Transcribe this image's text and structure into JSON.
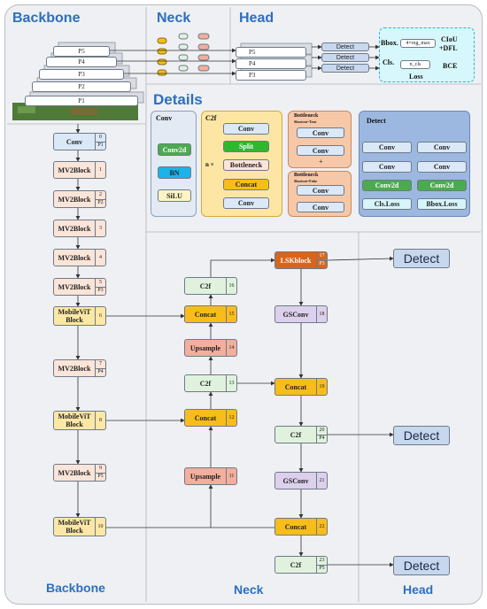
{
  "sections": {
    "top_backbone": "Backbone",
    "top_neck": "Neck",
    "top_head": "Head",
    "details": "Details",
    "bottom_backbone": "Backbone",
    "bottom_neck": "Neck",
    "bottom_head": "Head"
  },
  "overview": {
    "pyramid_levels": [
      "P5",
      "P4",
      "P3",
      "P2",
      "P1"
    ],
    "neck_levels": [
      "P5",
      "P4",
      "P3"
    ],
    "detect_labels": [
      "Detect",
      "Detect",
      "Detect"
    ],
    "bbox_label": "Bbox.",
    "cls_label": "Cls.",
    "reg_label": "4×reg_max",
    "nc_label": "n_cls",
    "ciou_label": "CIoU",
    "dfl_label": "+DFL",
    "bce_label": "BCE",
    "loss_label": "Loss"
  },
  "details": {
    "conv_panel": {
      "title": "Conv",
      "items": [
        "Conv2d",
        "BN",
        "SiLU"
      ]
    },
    "c2f_panel": {
      "title": "C2f",
      "repeat": "n ×",
      "items": [
        "Conv",
        "Split",
        "Bottleneck",
        "Concat",
        "Conv"
      ]
    },
    "bottleneck_true": {
      "title": "Bottleneck",
      "sub": "Shortcut=True",
      "items": [
        "Conv",
        "Conv"
      ],
      "plus": "+"
    },
    "bottleneck_false": {
      "title": "Bottleneck",
      "sub": "Shortcut=False",
      "items": [
        "Conv",
        "Conv"
      ]
    },
    "detect_panel": {
      "title": "Detect",
      "left": [
        "Conv",
        "Conv",
        "Conv2d",
        "Cls.Loss"
      ],
      "right": [
        "Conv",
        "Conv",
        "Conv2d",
        "Bbox.Loss"
      ]
    }
  },
  "backbone": [
    {
      "name": "Conv",
      "idx": "0",
      "p": "P1"
    },
    {
      "name": "MV2Block",
      "idx": "1",
      "p": ""
    },
    {
      "name": "MV2Block",
      "idx": "2",
      "p": "P2"
    },
    {
      "name": "MV2Block",
      "idx": "3",
      "p": ""
    },
    {
      "name": "MV2Block",
      "idx": "4",
      "p": ""
    },
    {
      "name": "MV2Block",
      "idx": "5",
      "p": "P3"
    },
    {
      "name": "MobileViT Block",
      "idx": "6",
      "p": ""
    },
    {
      "name": "MV2Block",
      "idx": "7",
      "p": "P4"
    },
    {
      "name": "MobileViT Block",
      "idx": "8",
      "p": ""
    },
    {
      "name": "MV2Block",
      "idx": "9",
      "p": "P5"
    },
    {
      "name": "MobileViT Block",
      "idx": "10",
      "p": ""
    }
  ],
  "neck_left": [
    {
      "name": "C2f",
      "idx": "16",
      "p": ""
    },
    {
      "name": "Concat",
      "idx": "15",
      "p": ""
    },
    {
      "name": "Upsample",
      "idx": "14",
      "p": ""
    },
    {
      "name": "C2f",
      "idx": "13",
      "p": ""
    },
    {
      "name": "Concat",
      "idx": "12",
      "p": ""
    },
    {
      "name": "Upsample",
      "idx": "11",
      "p": ""
    }
  ],
  "neck_right": [
    {
      "name": "LSKblock",
      "idx": "17",
      "p": "P3"
    },
    {
      "name": "GSConv",
      "idx": "18",
      "p": ""
    },
    {
      "name": "Concat",
      "idx": "19",
      "p": ""
    },
    {
      "name": "C2f",
      "idx": "20",
      "p": "P4"
    },
    {
      "name": "GSConv",
      "idx": "21",
      "p": ""
    },
    {
      "name": "Concat",
      "idx": "22",
      "p": ""
    },
    {
      "name": "C2f",
      "idx": "23",
      "p": "P5"
    }
  ],
  "head": [
    "Detect",
    "Detect",
    "Detect"
  ]
}
